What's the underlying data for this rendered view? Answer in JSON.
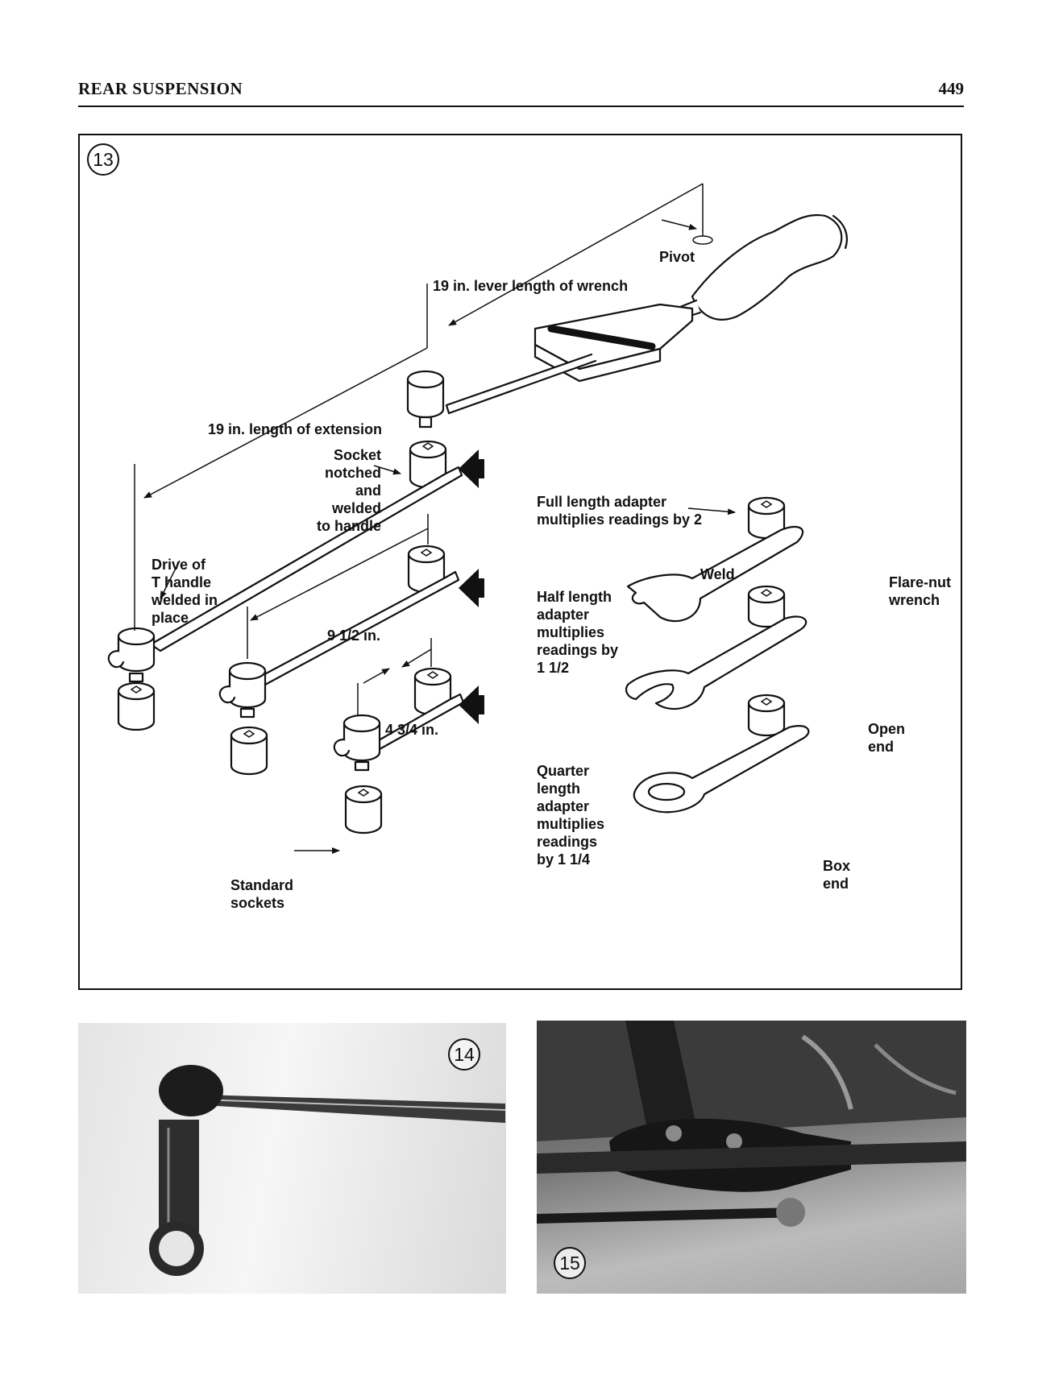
{
  "header": {
    "title": "REAR SUSPENSION",
    "page_number": "449"
  },
  "figure13": {
    "number": "13",
    "labels": {
      "pivot": "Pivot",
      "lever_length": "19 in. lever length of wrench",
      "extension_length": "19 in. length of extension",
      "socket_notched": "Socket\nnotched\nand\nwelded\nto handle",
      "full_length": "Full length adapter\nmultiplies readings by 2",
      "drive_t_handle": "Drive of\nT handle\nwelded in\nplace",
      "nine_half": "9 1/2 in.",
      "half_length": "Half length\nadapter\nmultiplies\nreadings by\n1 1/2",
      "weld": "Weld",
      "flare_nut": "Flare-nut\nwrench",
      "four_three_quarter": "4 3/4 in.",
      "quarter_length": "Quarter\nlength\nadapter\nmultiplies\nreadings\nby 1 1/4",
      "open_end": "Open\nend",
      "box_end": "Box\nend",
      "standard_sockets": "Standard\nsockets"
    }
  },
  "figure14": {
    "number": "14"
  },
  "figure15": {
    "number": "15"
  }
}
